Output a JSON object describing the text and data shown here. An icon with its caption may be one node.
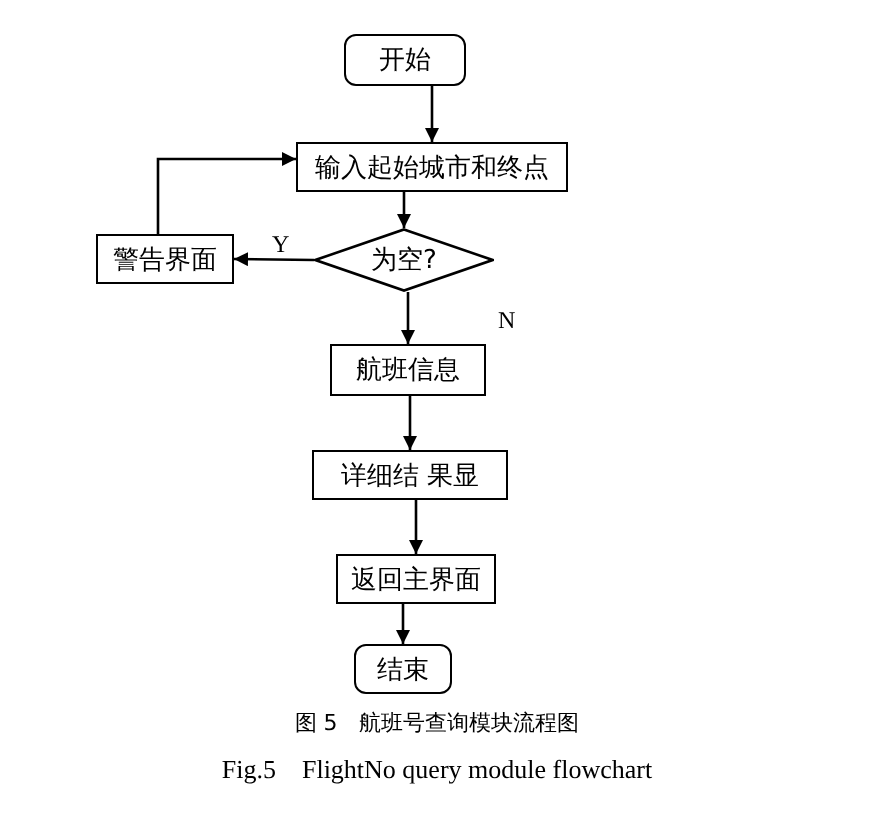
{
  "diagram": {
    "caption": "图 5　航班号查询模块流程图",
    "nodes": [
      {
        "text": [
          "开始"
        ]
      },
      {
        "text": [
          "输入起始城市和终点"
        ]
      },
      {
        "text": [
          "为空?"
        ]
      },
      {
        "text": [
          "警告界面"
        ]
      },
      {
        "text": [
          "航班信息"
        ]
      },
      {
        "text": [
          "详细结 果显"
        ]
      },
      {
        "text": [
          "返回主界面"
        ]
      },
      {
        "text": [
          "结束"
        ]
      }
    ],
    "edges": [
      {
        "from": 0,
        "to": 1,
        "arrow": "to"
      },
      {
        "from": 1,
        "to": 2,
        "arrow": "to"
      },
      {
        "from": 2,
        "to": 3,
        "arrow": "to",
        "label": "Y"
      },
      {
        "from": 3,
        "to": 1,
        "arrow": "to"
      },
      {
        "from": 2,
        "to": 4,
        "arrow": "to",
        "label": "N"
      },
      {
        "from": 4,
        "to": 5,
        "arrow": "to"
      },
      {
        "from": 5,
        "to": 6,
        "arrow": "to"
      },
      {
        "from": 6,
        "to": 7,
        "arrow": "to"
      }
    ],
    "labels": [
      "Fig.5　FlightNo query module flowchart"
    ]
  }
}
